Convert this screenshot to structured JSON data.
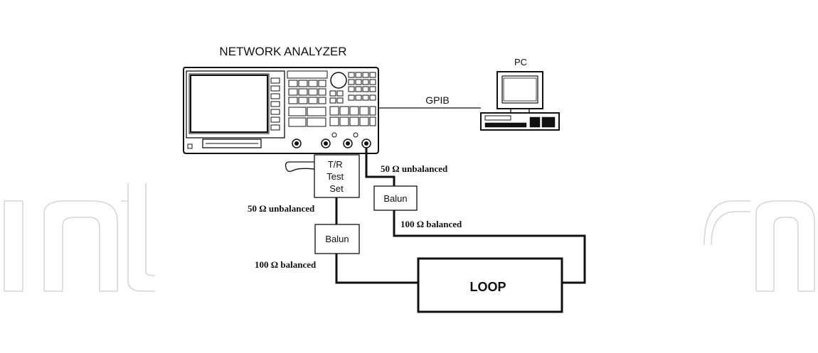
{
  "watermark": "IntechOpen",
  "instruments": {
    "analyzer_title": "NETWORK ANALYZER",
    "pc_title": "PC",
    "bus_label": "GPIB"
  },
  "blocks": {
    "tr_test_set": [
      "T/R",
      "Test",
      "Set"
    ],
    "balun_upper": "Balun",
    "balun_lower": "Balun",
    "loop": "LOOP"
  },
  "cable_labels": {
    "right_unbalanced": "50 Ω unbalanced",
    "left_unbalanced": "50 Ω unbalanced",
    "right_balanced": "100 Ω balanced",
    "left_balanced": "100 Ω balanced"
  },
  "colors": {
    "line": "#111111",
    "watermark": "#d6d6d6"
  }
}
